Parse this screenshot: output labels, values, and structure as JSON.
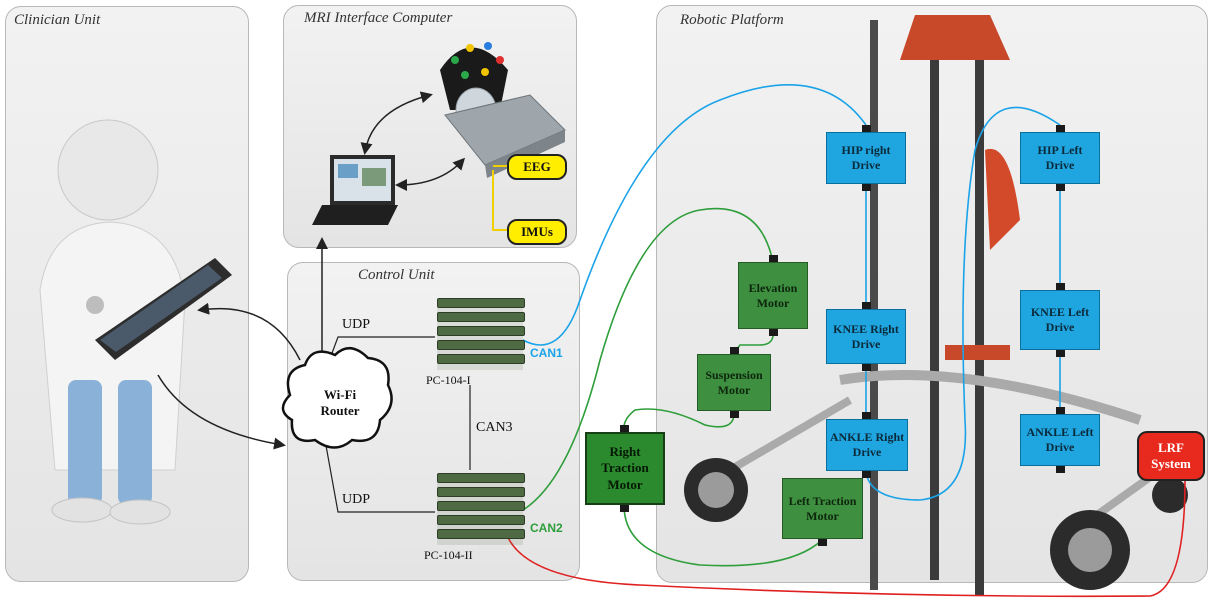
{
  "panels": {
    "clinician": "Clinician Unit",
    "mri": "MRI Interface Computer",
    "control": "Control Unit",
    "robotic": "Robotic Platform"
  },
  "mri_boxes": {
    "eeg": "EEG",
    "imus": "IMUs"
  },
  "control_unit": {
    "udp_top": "UDP",
    "udp_bottom": "UDP",
    "router": "Wi-Fi\nRouter",
    "pc1": "PC-104-I",
    "pc2": "PC-104-II",
    "can1": "CAN1",
    "can2": "CAN2",
    "can3": "CAN3"
  },
  "drives": {
    "hip_right": "HIP right\nDrive",
    "hip_left": "HIP Left\nDrive",
    "knee_right": "KNEE Right\nDrive",
    "knee_left": "KNEE Left\nDrive",
    "ankle_right": "ANKLE Right\nDrive",
    "ankle_left": "ANKLE  Left\nDrive"
  },
  "motors": {
    "elevation": "Elevation\nMotor",
    "suspension": "Suspension\nMotor",
    "right_traction": "Right Traction\nMotor",
    "left_traction": "Left Traction\nMotor"
  },
  "lrf": "LRF\nSystem",
  "colors": {
    "drive": "#1fa5e0",
    "motor": "#3e8f3f",
    "eeg": "#ffee00",
    "lrf": "#e82a1e",
    "can1_wire": "#1aa3e8",
    "can2_wire": "#2e9e3a",
    "lrf_wire": "#e02020"
  }
}
